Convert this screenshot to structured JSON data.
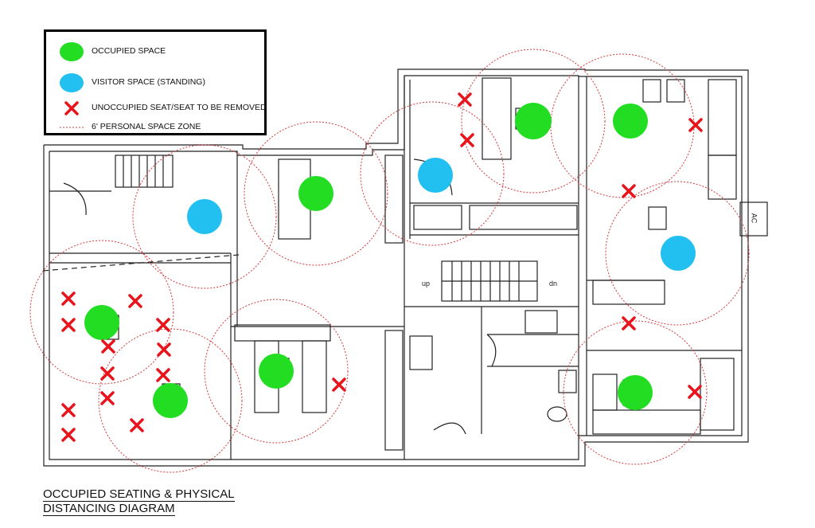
{
  "legend": {
    "occupied": "OCCUPIED SPACE",
    "visitor": "VISITOR SPACE (STANDING)",
    "unoccupied": "UNOCCUPIED SEAT/SEAT TO BE REMOVED",
    "zone": "6' PERSONAL SPACE ZONE"
  },
  "title": {
    "line1": "OCCUPIED SEATING & PHYSICAL",
    "line2": "DISTANCING DIAGRAM"
  },
  "labels": {
    "up": "up",
    "dn": "dn",
    "ac": "AC"
  },
  "colors": {
    "occupied": "#22dd22",
    "visitor": "#22c0f0",
    "unoccupied": "#e8131b",
    "zone": "#d23a3a",
    "walls": "#222222"
  }
}
